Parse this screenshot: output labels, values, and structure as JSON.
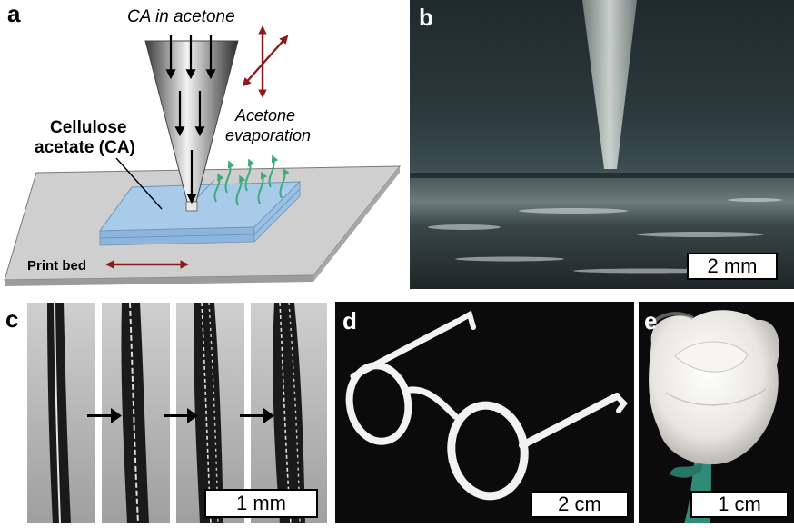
{
  "panels": {
    "a": {
      "letter": "a",
      "label_ca_in_acetone": "CA in acetone",
      "label_material_line1": "Cellulose",
      "label_material_line2": "acetate (CA)",
      "label_evap_line1": "Acetone",
      "label_evap_line2": "evaporation",
      "label_print_bed": "Print bed"
    },
    "b": {
      "letter": "b",
      "scalebar": "2 mm"
    },
    "c": {
      "letter": "c",
      "scalebar": "1 mm"
    },
    "d": {
      "letter": "d",
      "scalebar": "2 cm"
    },
    "e": {
      "letter": "e",
      "scalebar": "1 cm"
    }
  },
  "colors": {
    "arrow_red": "#8e1b1b",
    "evap_green": "#3faa7a",
    "ca_blue": "#a9cbea",
    "bed_gray": "#c9c9c9",
    "stem_teal": "#2f8a78"
  }
}
